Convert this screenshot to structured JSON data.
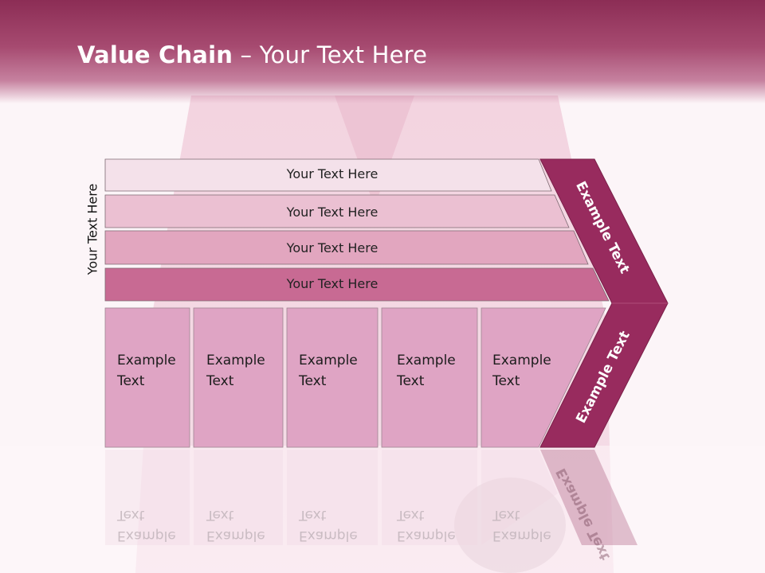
{
  "title": {
    "bold": "Value Chain",
    "rest": " – Your Text Here"
  },
  "side_label": "Your Text Here",
  "bands": [
    "Your Text Here",
    "Your Text Here",
    "Your Text Here",
    "Your Text Here"
  ],
  "cells": [
    {
      "line1": "Example",
      "line2": "Text"
    },
    {
      "line1": "Example",
      "line2": "Text"
    },
    {
      "line1": "Example",
      "line2": "Text"
    },
    {
      "line1": "Example",
      "line2": "Text"
    },
    {
      "line1": "Example",
      "line2": "Text"
    }
  ],
  "chevron": {
    "upper": "Example Text",
    "lower": "Example Text"
  },
  "colors": {
    "band1": "#f4e1ea",
    "band2": "#ebc0d2",
    "band3": "#e2a6bf",
    "band4": "#c86a93",
    "cell": "#dfa4c4",
    "chevron": "#982b5e",
    "header": "#9a3a63"
  }
}
